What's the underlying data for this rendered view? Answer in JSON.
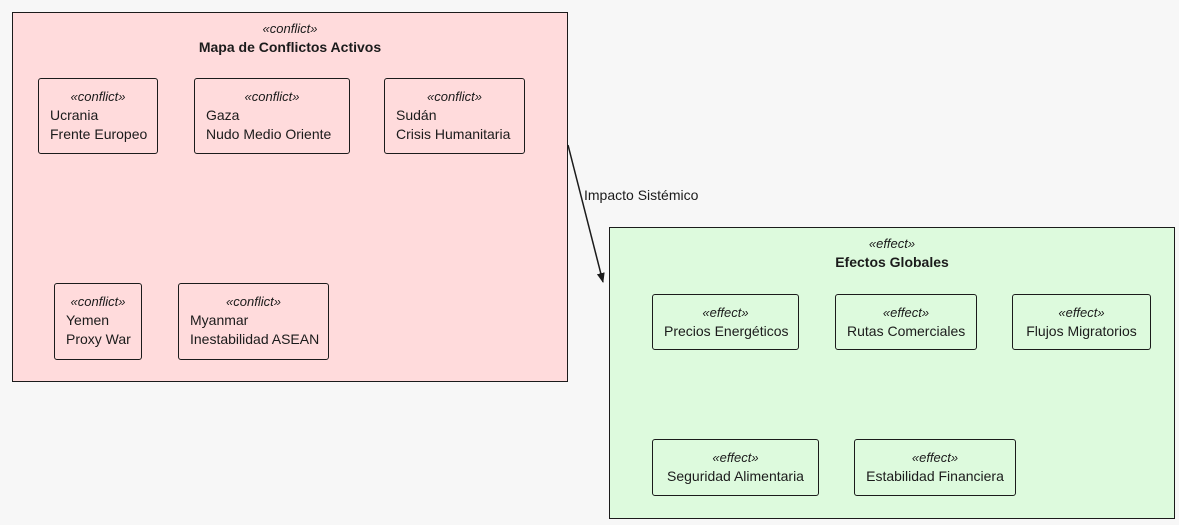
{
  "page": {
    "background_color": "#f7f7f7",
    "border_color": "#1b1b1b",
    "text_color": "#1b1b1b"
  },
  "conflict": {
    "stereotype": "«conflict»",
    "title": "Mapa de Conflictos Activos",
    "fill": "#ffdbdc",
    "items": [
      {
        "stereotype": "«conflict»",
        "name": "Ucrania",
        "detail": "Frente Europeo"
      },
      {
        "stereotype": "«conflict»",
        "name": "Gaza",
        "detail": "Nudo Medio Oriente"
      },
      {
        "stereotype": "«conflict»",
        "name": "Sudán",
        "detail": "Crisis Humanitaria"
      },
      {
        "stereotype": "«conflict»",
        "name": "Yemen",
        "detail": "Proxy War"
      },
      {
        "stereotype": "«conflict»",
        "name": "Myanmar",
        "detail": "Inestabilidad ASEAN"
      }
    ]
  },
  "effect": {
    "stereotype": "«effect»",
    "title": "Efectos Globales",
    "fill": "#ddfadd",
    "items": [
      {
        "stereotype": "«effect»",
        "name": "Precios Energéticos"
      },
      {
        "stereotype": "«effect»",
        "name": "Rutas Comerciales"
      },
      {
        "stereotype": "«effect»",
        "name": "Flujos Migratorios"
      },
      {
        "stereotype": "«effect»",
        "name": "Seguridad Alimentaria"
      },
      {
        "stereotype": "«effect»",
        "name": "Estabilidad Financiera"
      }
    ]
  },
  "edge": {
    "label": "Impacto Sistémico"
  }
}
